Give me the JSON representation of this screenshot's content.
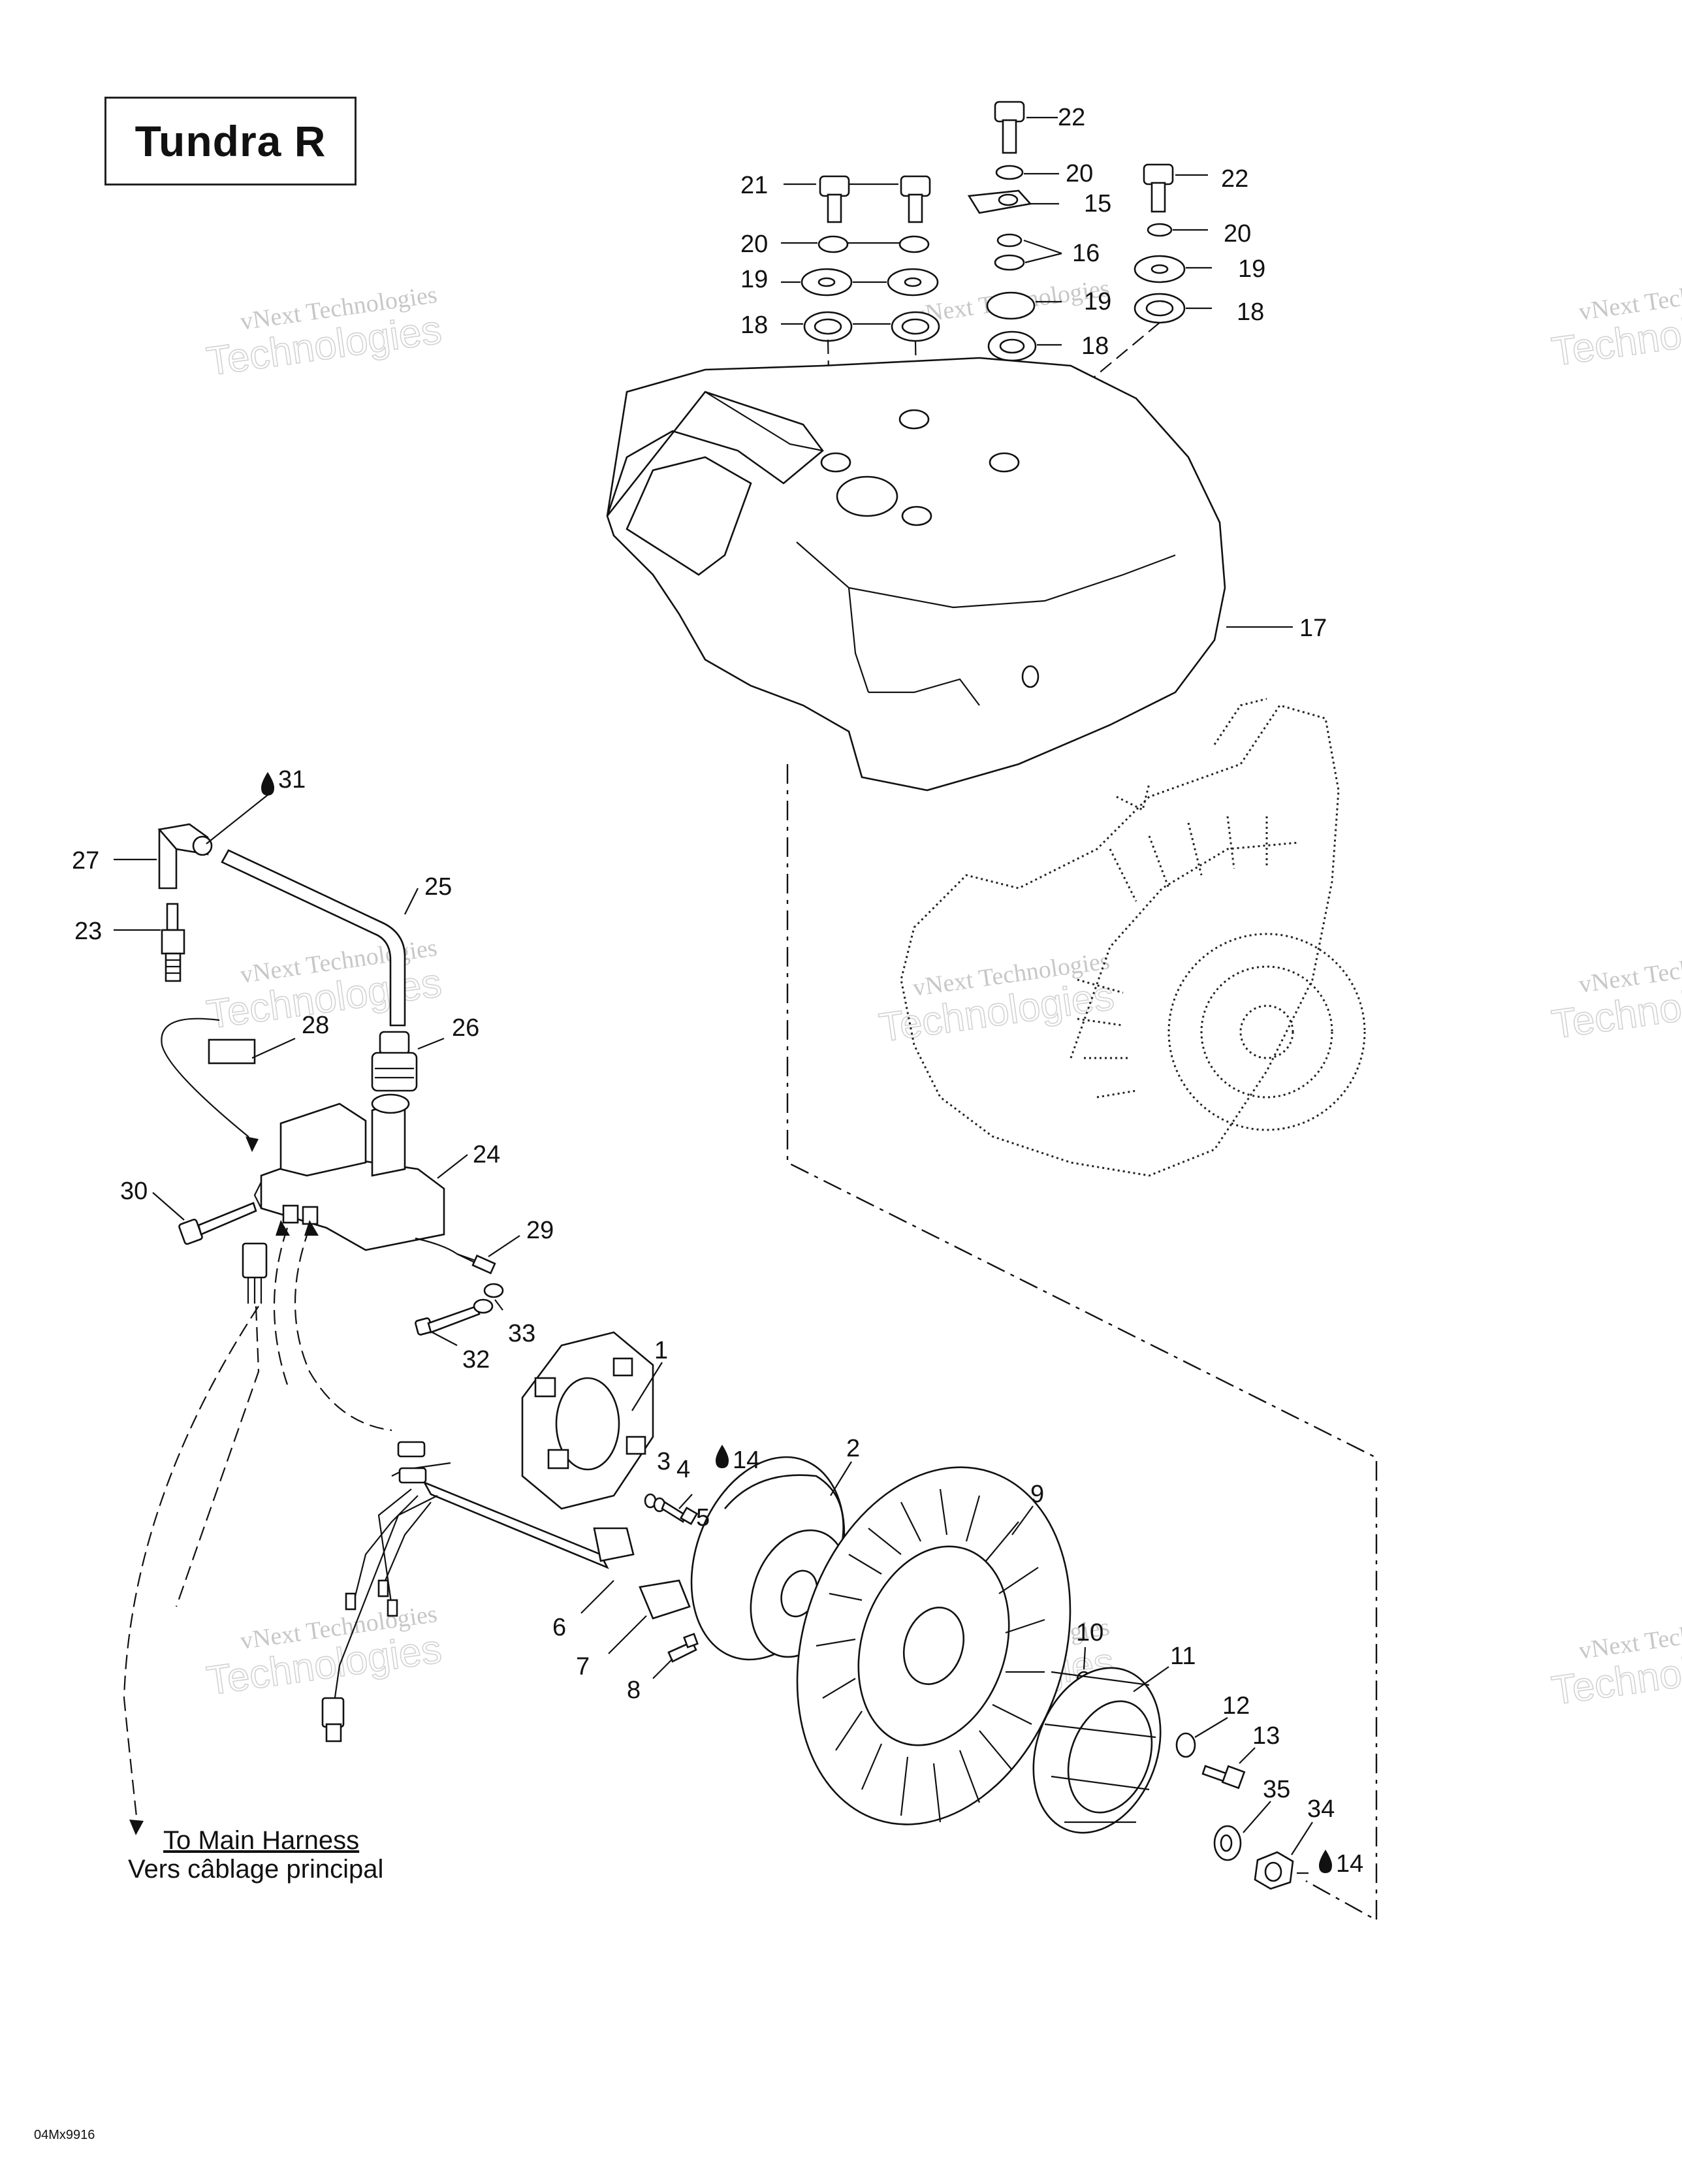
{
  "title": "Tundra R",
  "harness_label": {
    "line1": "To Main Harness",
    "line2": "Vers câblage principal"
  },
  "reference_code": "04Mx9916",
  "watermark": {
    "line1": "vNext Technologies",
    "line2": "vNext",
    "line3": "Technologies"
  },
  "callouts": [
    {
      "id": "c22a",
      "text": "22"
    },
    {
      "id": "c21",
      "text": "21"
    },
    {
      "id": "c20a",
      "text": "20"
    },
    {
      "id": "c15",
      "text": "15"
    },
    {
      "id": "c22b",
      "text": "22"
    },
    {
      "id": "c20b",
      "text": "20"
    },
    {
      "id": "c20c",
      "text": "20"
    },
    {
      "id": "c16",
      "text": "16"
    },
    {
      "id": "c19a",
      "text": "19"
    },
    {
      "id": "c19b",
      "text": "19"
    },
    {
      "id": "c19c",
      "text": "19"
    },
    {
      "id": "c18a",
      "text": "18"
    },
    {
      "id": "c18b",
      "text": "18"
    },
    {
      "id": "c18c",
      "text": "18"
    },
    {
      "id": "c17",
      "text": "17"
    },
    {
      "id": "c31",
      "text": "31"
    },
    {
      "id": "c27",
      "text": "27"
    },
    {
      "id": "c25",
      "text": "25"
    },
    {
      "id": "c23",
      "text": "23"
    },
    {
      "id": "c28",
      "text": "28"
    },
    {
      "id": "c26",
      "text": "26"
    },
    {
      "id": "c24",
      "text": "24"
    },
    {
      "id": "c30",
      "text": "30"
    },
    {
      "id": "c29",
      "text": "29"
    },
    {
      "id": "c33",
      "text": "33"
    },
    {
      "id": "c32",
      "text": "32"
    },
    {
      "id": "c1",
      "text": "1"
    },
    {
      "id": "c3",
      "text": "3"
    },
    {
      "id": "c4",
      "text": "4"
    },
    {
      "id": "c14a",
      "text": "14"
    },
    {
      "id": "c2",
      "text": "2"
    },
    {
      "id": "c5",
      "text": "5"
    },
    {
      "id": "c9",
      "text": "9"
    },
    {
      "id": "c6",
      "text": "6"
    },
    {
      "id": "c7",
      "text": "7"
    },
    {
      "id": "c8",
      "text": "8"
    },
    {
      "id": "c10",
      "text": "10"
    },
    {
      "id": "c11",
      "text": "11"
    },
    {
      "id": "c12",
      "text": "12"
    },
    {
      "id": "c13",
      "text": "13"
    },
    {
      "id": "c35",
      "text": "35"
    },
    {
      "id": "c34",
      "text": "34"
    },
    {
      "id": "c14b",
      "text": "14"
    }
  ],
  "icons": {
    "sealant_drop": "drop-icon"
  }
}
